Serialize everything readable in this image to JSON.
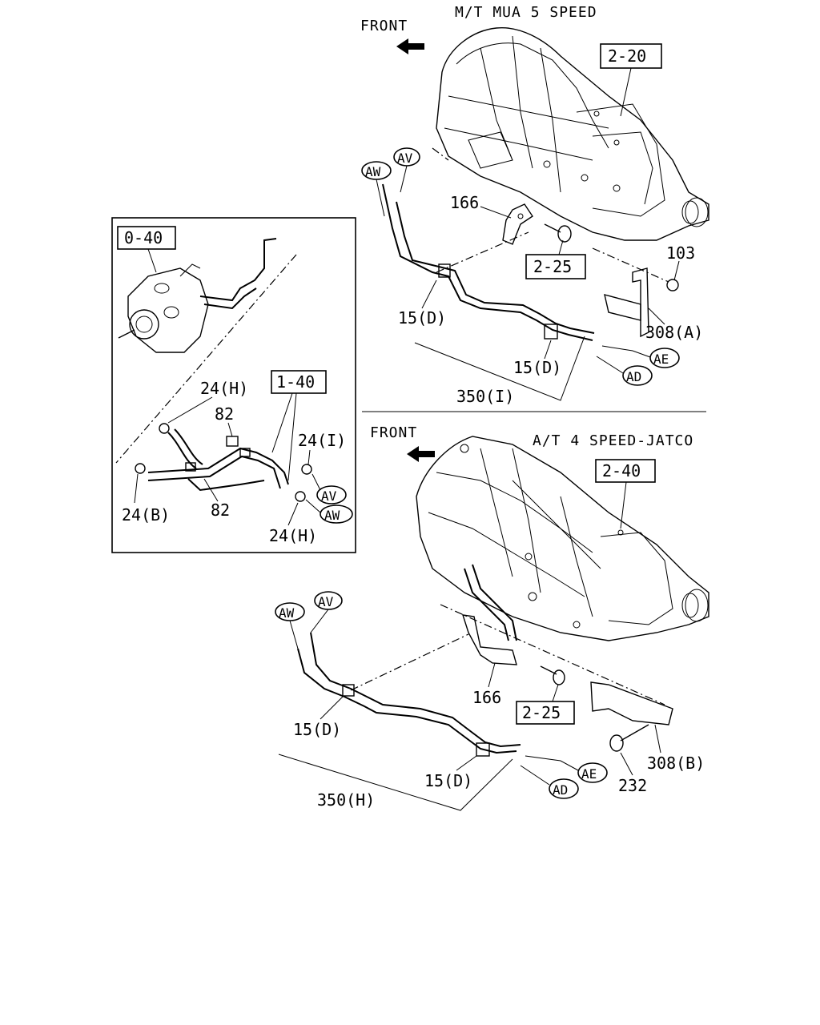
{
  "headers": {
    "mt_title": "M/T MUA 5 SPEED",
    "at_title": "A/T 4 SPEED-JATCO",
    "front_top": "FRONT",
    "front_bottom": "FRONT"
  },
  "ref_boxes": {
    "mt_2_20": "2-20",
    "mt_2_25": "2-25",
    "inset_0_40": "0-40",
    "inset_1_40": "1-40",
    "at_2_40": "2-40",
    "at_2_25": "2-25"
  },
  "callouts": {
    "mt_av": "AV",
    "mt_aw": "AW",
    "mt_ae": "AE",
    "mt_ad": "AD",
    "inset_av": "AV",
    "inset_aw": "AW",
    "at_av": "AV",
    "at_aw": "AW",
    "at_ae": "AE",
    "at_ad": "AD"
  },
  "part_labels": {
    "mt_166": "166",
    "mt_103": "103",
    "mt_15d_a": "15(D)",
    "mt_308a": "308(A)",
    "mt_15d_b": "15(D)",
    "mt_350i": "350(I)",
    "inset_24h_top": "24(H)",
    "inset_82_top": "82",
    "inset_24i": "24(I)",
    "inset_24b": "24(B)",
    "inset_82_bottom": "82",
    "inset_24h_bottom": "24(H)",
    "at_166": "166",
    "at_15d_a": "15(D)",
    "at_308b": "308(B)",
    "at_15d_b": "15(D)",
    "at_232": "232",
    "at_350h": "350(H)"
  }
}
